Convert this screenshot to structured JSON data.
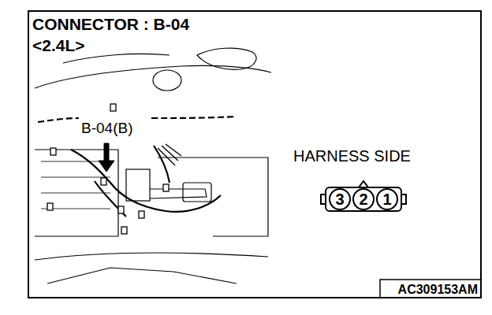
{
  "diagram": {
    "title": "CONNECTOR : B-04",
    "nodes": [
      {
        "text": [
          "3"
        ]
      },
      {
        "text": [
          "2"
        ]
      },
      {
        "text": [
          "1"
        ]
      }
    ],
    "labels": [
      "<2.4L>",
      "B-04(B)",
      "HARNESS SIDE",
      "AC309153AM"
    ]
  }
}
